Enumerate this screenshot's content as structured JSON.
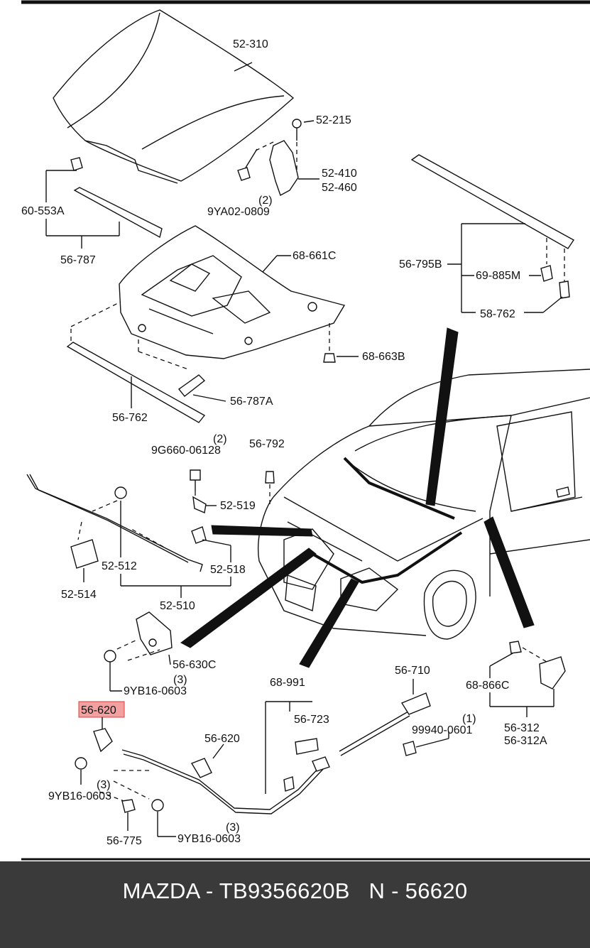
{
  "colors": {
    "highlight_fill": "#f4a0a0",
    "highlight_stroke": "#d84040",
    "footer_bg": "#3a3a3a"
  },
  "callouts": {
    "c52310": "52-310",
    "c52215": "52-215",
    "c52410": "52-410",
    "c52460": "52-460",
    "c9ya": "9YA02-0809",
    "c9ya_qty": "(2)",
    "c60553a": "60-553A",
    "c56787": "56-787",
    "c68661c": "68-661C",
    "c56795b": "56-795B",
    "c69885m": "69-885M",
    "c58762": "58-762",
    "c68663b": "68-663B",
    "c56787a": "56-787A",
    "c56762": "56-762",
    "c9g660": "9G660-06128",
    "c9g660_qty": "(2)",
    "c56792": "56-792",
    "c52519": "52-519",
    "c52512": "52-512",
    "c52518": "52-518",
    "c52514": "52-514",
    "c52510": "52-510",
    "c56630c": "56-630C",
    "c9yb_a_qty": "(3)",
    "c9yb_a": "9YB16-0603",
    "c68991": "68-991",
    "c56710": "56-710",
    "c56620_hl": "56-620",
    "c56723": "56-723",
    "c56620": "56-620",
    "c99940_qty": "(1)",
    "c99940": "99940-0601",
    "c68866c": "68-866C",
    "c56312": "56-312",
    "c56312a": "56-312A",
    "c9yb_b_qty": "(3)",
    "c9yb_b": "9YB16-0603",
    "c56775": "56-775",
    "c9yb_c_qty": "(3)",
    "c9yb_c": "9YB16-0603"
  },
  "footer": {
    "text": "MAZDA - TB9356620B   N - 56620"
  }
}
